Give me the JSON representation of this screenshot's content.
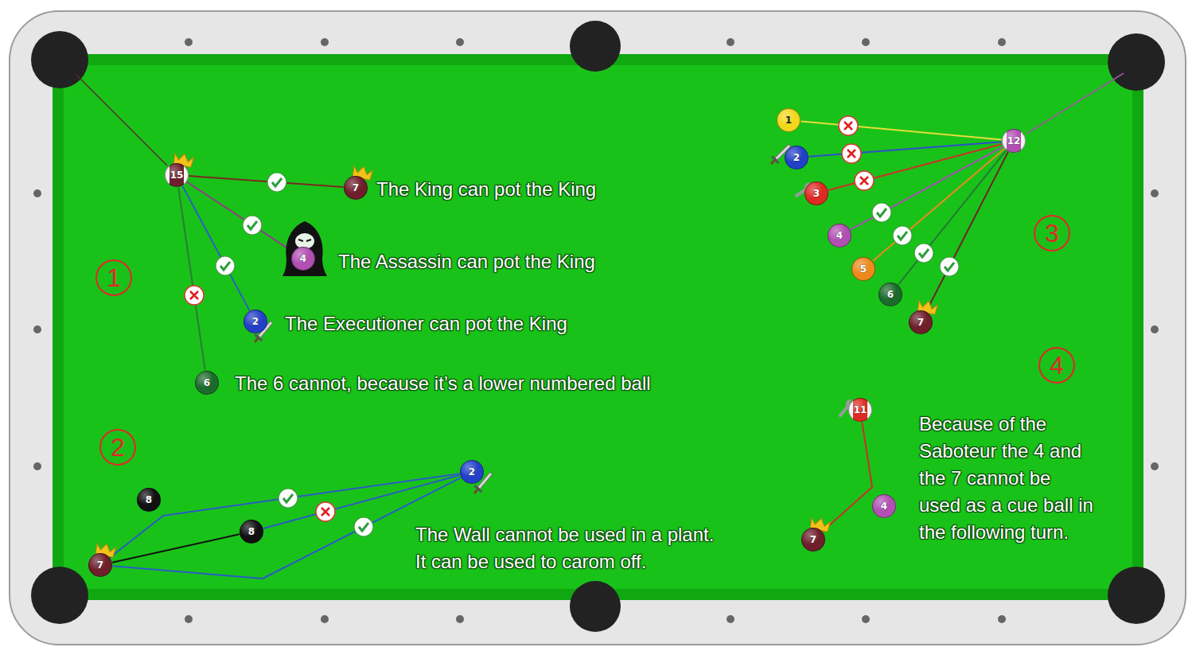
{
  "diagram": {
    "nodes": [
      {
        "text": [
          "15"
        ]
      },
      {
        "text": [
          "7"
        ]
      },
      {
        "text": [
          "4"
        ]
      },
      {
        "text": [
          "2"
        ]
      },
      {
        "text": [
          "6"
        ]
      },
      {
        "text": [
          "8"
        ]
      },
      {
        "text": [
          "7"
        ]
      },
      {
        "text": [
          "8"
        ]
      },
      {
        "text": [
          "2"
        ]
      },
      {
        "text": [
          "12"
        ]
      },
      {
        "text": [
          "1"
        ]
      },
      {
        "text": [
          "2"
        ]
      },
      {
        "text": [
          "3"
        ]
      },
      {
        "text": [
          "4"
        ]
      },
      {
        "text": [
          "5"
        ]
      },
      {
        "text": [
          "6"
        ]
      },
      {
        "text": [
          "7"
        ]
      },
      {
        "text": [
          "11"
        ]
      },
      {
        "text": [
          "4"
        ]
      },
      {
        "text": [
          "7"
        ]
      }
    ],
    "edges": [
      {
        "from": 0,
        "to": 1,
        "arrow": "none"
      },
      {
        "from": 0,
        "to": 2,
        "arrow": "none"
      },
      {
        "from": 0,
        "to": 3,
        "arrow": "none"
      },
      {
        "from": 0,
        "to": 4,
        "arrow": "none"
      },
      {
        "from": 8,
        "to": 6,
        "arrow": "none"
      },
      {
        "from": 8,
        "to": 7,
        "arrow": "none"
      },
      {
        "from": 7,
        "to": 6,
        "arrow": "none"
      },
      {
        "from": 8,
        "to": 6,
        "arrow": "none"
      },
      {
        "from": 9,
        "to": 10,
        "arrow": "none"
      },
      {
        "from": 9,
        "to": 11,
        "arrow": "none"
      },
      {
        "from": 9,
        "to": 12,
        "arrow": "none"
      },
      {
        "from": 9,
        "to": 13,
        "arrow": "none"
      },
      {
        "from": 9,
        "to": 14,
        "arrow": "none"
      },
      {
        "from": 9,
        "to": 15,
        "arrow": "none"
      },
      {
        "from": 9,
        "to": 16,
        "arrow": "none"
      },
      {
        "from": 17,
        "to": 19,
        "arrow": "none"
      }
    ],
    "labels": [
      "The King can pot the King",
      "1",
      "The Assassin can pot the King",
      "The Executioner can pot the King",
      "The 6 cannot, because it’s a lower numbered ball",
      "2",
      "The Wall cannot be used in a plant. It can be used to carom off.",
      "3",
      "4",
      "Because of the Saboteur the 4 and the 7 cannot be used as a cue ball in the following turn."
    ]
  }
}
